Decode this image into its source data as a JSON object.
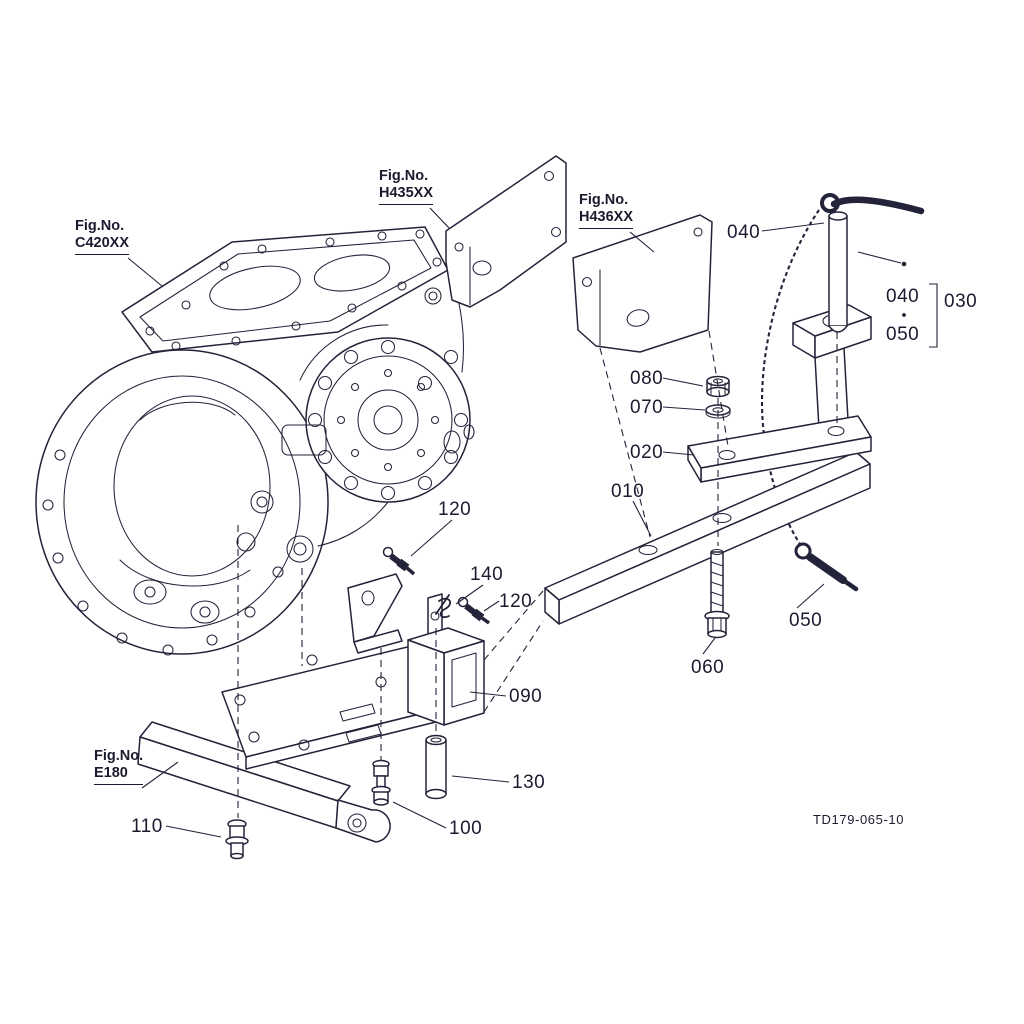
{
  "drawing_code": "TD179-065-10",
  "figrefs": [
    {
      "id": "c420xx",
      "line1": "Fig.No.",
      "line2": "C420XX"
    },
    {
      "id": "h435xx",
      "line1": "Fig.No.",
      "line2": "H435XX"
    },
    {
      "id": "h436xx",
      "line1": "Fig.No.",
      "line2": "H436XX"
    },
    {
      "id": "e180",
      "line1": "Fig.No.",
      "line2": "E180"
    }
  ],
  "callouts": [
    {
      "id": "040-pin",
      "label": "040"
    },
    {
      "id": "040-group",
      "label": "040"
    },
    {
      "id": "050-group",
      "label": "050"
    },
    {
      "id": "030-group",
      "label": "030"
    },
    {
      "id": "080",
      "label": "080"
    },
    {
      "id": "070",
      "label": "070"
    },
    {
      "id": "020",
      "label": "020"
    },
    {
      "id": "010",
      "label": "010"
    },
    {
      "id": "120-upper",
      "label": "120"
    },
    {
      "id": "140",
      "label": "140"
    },
    {
      "id": "120-lower",
      "label": "120"
    },
    {
      "id": "090",
      "label": "090"
    },
    {
      "id": "130",
      "label": "130"
    },
    {
      "id": "100",
      "label": "100"
    },
    {
      "id": "110",
      "label": "110"
    },
    {
      "id": "050-chain",
      "label": "050"
    },
    {
      "id": "060",
      "label": "060"
    }
  ],
  "line_color": "#23233a",
  "background": "#ffffff"
}
